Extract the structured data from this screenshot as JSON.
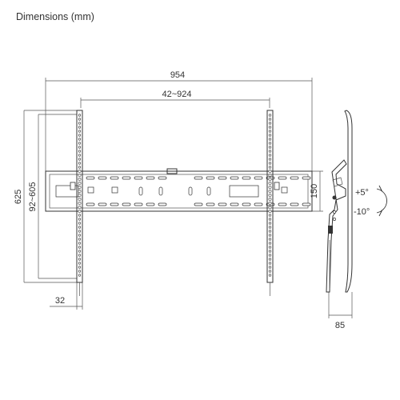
{
  "title": "Dimensions (mm)",
  "dimensions": {
    "overall_width": "954",
    "vesa_width": "42~924",
    "overall_height": "625",
    "vesa_height": "92~605",
    "arm_width": "32",
    "plate_height": "150",
    "depth": "85",
    "tilt_up": "+5°",
    "tilt_down": "-10°"
  }
}
